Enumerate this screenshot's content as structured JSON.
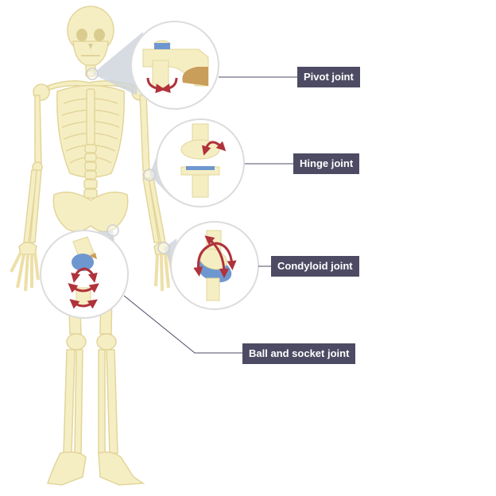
{
  "labels": {
    "pivot": "Pivot joint",
    "hinge": "Hinge joint",
    "condyloid": "Condyloid joint",
    "ball_socket": "Ball and socket joint"
  },
  "colors": {
    "bone_fill": "#f6eec3",
    "bone_stroke": "#e2d59a",
    "cartilage_blue": "#6f97cf",
    "arrow_red": "#b0323b",
    "label_bg": "#4d4b63",
    "leader_line": "#4d4b63",
    "callout_bg": "#ffffff",
    "callout_ring": "#d3d3d3",
    "shadow_wedge": "#cdd3dc"
  }
}
